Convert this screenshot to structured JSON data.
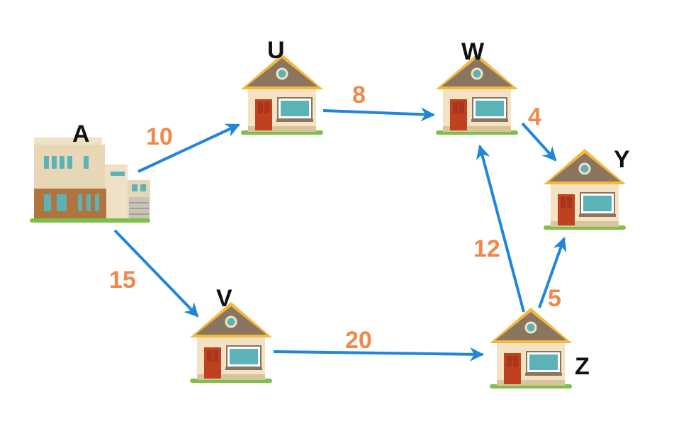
{
  "diagram": {
    "nodes": [
      {
        "id": "A",
        "label": "A",
        "kind": "office-building-icon"
      },
      {
        "id": "U",
        "label": "U",
        "kind": "house-icon"
      },
      {
        "id": "W",
        "label": "W",
        "kind": "house-icon"
      },
      {
        "id": "Y",
        "label": "Y",
        "kind": "house-icon"
      },
      {
        "id": "V",
        "label": "V",
        "kind": "house-icon"
      },
      {
        "id": "Z",
        "label": "Z",
        "kind": "house-icon"
      }
    ],
    "edges": [
      {
        "from": "A",
        "to": "U",
        "weight": "10"
      },
      {
        "from": "U",
        "to": "W",
        "weight": "8"
      },
      {
        "from": "W",
        "to": "Y",
        "weight": "4"
      },
      {
        "from": "A",
        "to": "V",
        "weight": "15"
      },
      {
        "from": "V",
        "to": "Z",
        "weight": "20"
      },
      {
        "from": "Z",
        "to": "W",
        "weight": "12"
      },
      {
        "from": "Z",
        "to": "Y",
        "weight": "5"
      }
    ],
    "colors": {
      "arrow": "#1f86dc",
      "weight_text": "#f2874a",
      "node_text": "#111111",
      "roof": "#8a7560",
      "roof_trim": "#f5b83d",
      "wall": "#f3e3c3",
      "door": "#c0411f",
      "window": "#5bb3b8",
      "grass": "#7cc04a"
    }
  }
}
